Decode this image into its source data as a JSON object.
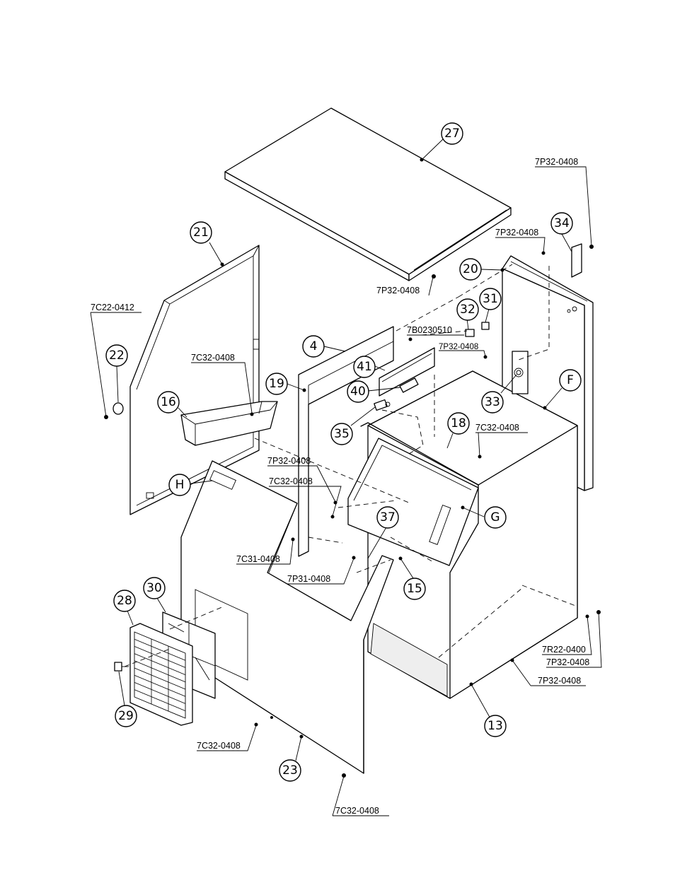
{
  "callouts": {
    "c27": "27",
    "c21": "21",
    "c22": "22",
    "c16": "16",
    "c4": "4",
    "c41": "41",
    "c19": "19",
    "c40": "40",
    "c35": "35",
    "c32": "32",
    "c31": "31",
    "c34": "34",
    "c20": "20",
    "c33": "33",
    "cF": "F",
    "c18": "18",
    "cG": "G",
    "cH": "H",
    "c37": "37",
    "c15": "15",
    "c30": "30",
    "c28": "28",
    "c29": "29",
    "c23": "23",
    "c13": "13"
  },
  "labels": {
    "l_7p32_top_right": "7P32-0408",
    "l_7p32_20": "7P32-0408",
    "l_7p32_27": "7P32-0408",
    "l_7c22": "7C22-0412",
    "l_7c32_16": "7C32-0408",
    "l_7b": "7B0230510",
    "l_7p32_mid": "7P32-0408",
    "l_7c32_18": "7C32-0408",
    "l_7p32_h": "7P32-0408",
    "l_7c32_h": "7C32-0408",
    "l_7c31": "7C31-0408",
    "l_7p31": "7P31-0408",
    "l_7r22": "7R22-0400",
    "l_7p32_base1": "7P32-0408",
    "l_7p32_base2": "7P32-0408",
    "l_7c32_23": "7C32-0408",
    "l_7c32_bottom": "7C32-0408"
  }
}
